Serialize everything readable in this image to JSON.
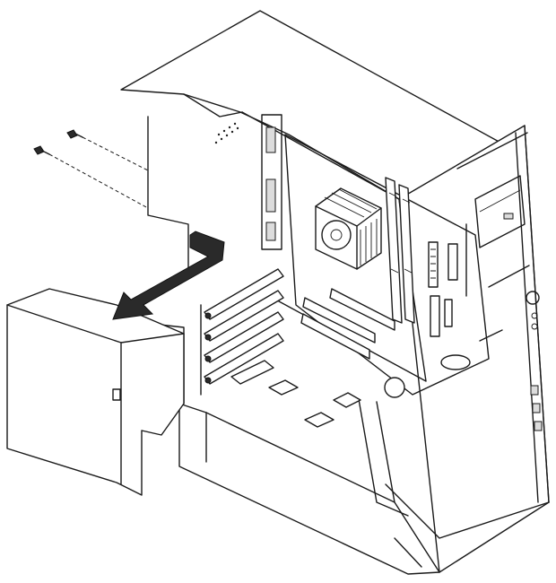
{
  "figure": {
    "caption": "",
    "parts": [
      "computer-chassis",
      "side-cover",
      "cover-screw-upper",
      "cover-screw-lower",
      "removal-direction-arrow",
      "processor-heatsink-fan",
      "memory-slots",
      "pci-adapter-slots",
      "drive-bays",
      "front-bezel"
    ],
    "colors": {
      "line": "#1a1a1a",
      "background": "#ffffff",
      "arrow": "#2a2a2a"
    }
  }
}
